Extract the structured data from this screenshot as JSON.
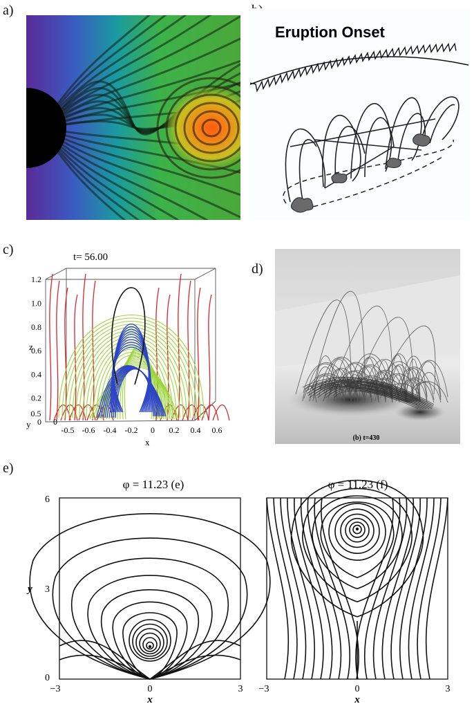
{
  "panels": {
    "a": {
      "label": "a)"
    },
    "b": {
      "label": "b)",
      "title": "Eruption Onset"
    },
    "c": {
      "label": "c)",
      "time_label": "t= 56.00",
      "z_axis": {
        "title": "z",
        "ticks": [
          "0",
          "0.2",
          "0.4",
          "0.6",
          "0.8",
          "1.0",
          "1.2"
        ]
      },
      "x_axis": {
        "title": "x",
        "ticks": [
          "-0.6",
          "-0.4",
          "-0.2",
          "0",
          "0.2",
          "0.4",
          "0.6"
        ]
      },
      "y_axis": {
        "title": "y",
        "ticks": [
          "-0.5",
          "0",
          "0.5"
        ]
      }
    },
    "d": {
      "label": "d)",
      "caption": "(b) t=430"
    },
    "e": {
      "label": "e)",
      "left": {
        "title": "φ = 11.23 (e)",
        "x_title": "x",
        "y_title": "y",
        "x_ticks": [
          "−3",
          "0",
          "3"
        ],
        "y_ticks": [
          "0",
          "3",
          "6"
        ]
      },
      "right": {
        "title": "φ = 11.23  (f)",
        "x_title": "x",
        "x_ticks": [
          "−3",
          "0",
          "3"
        ]
      }
    }
  },
  "colors": {
    "red_lines": "#d8262a",
    "green_lines": "#9ad63a",
    "blue_lines": "#2f46c4",
    "dark": "#111111"
  }
}
